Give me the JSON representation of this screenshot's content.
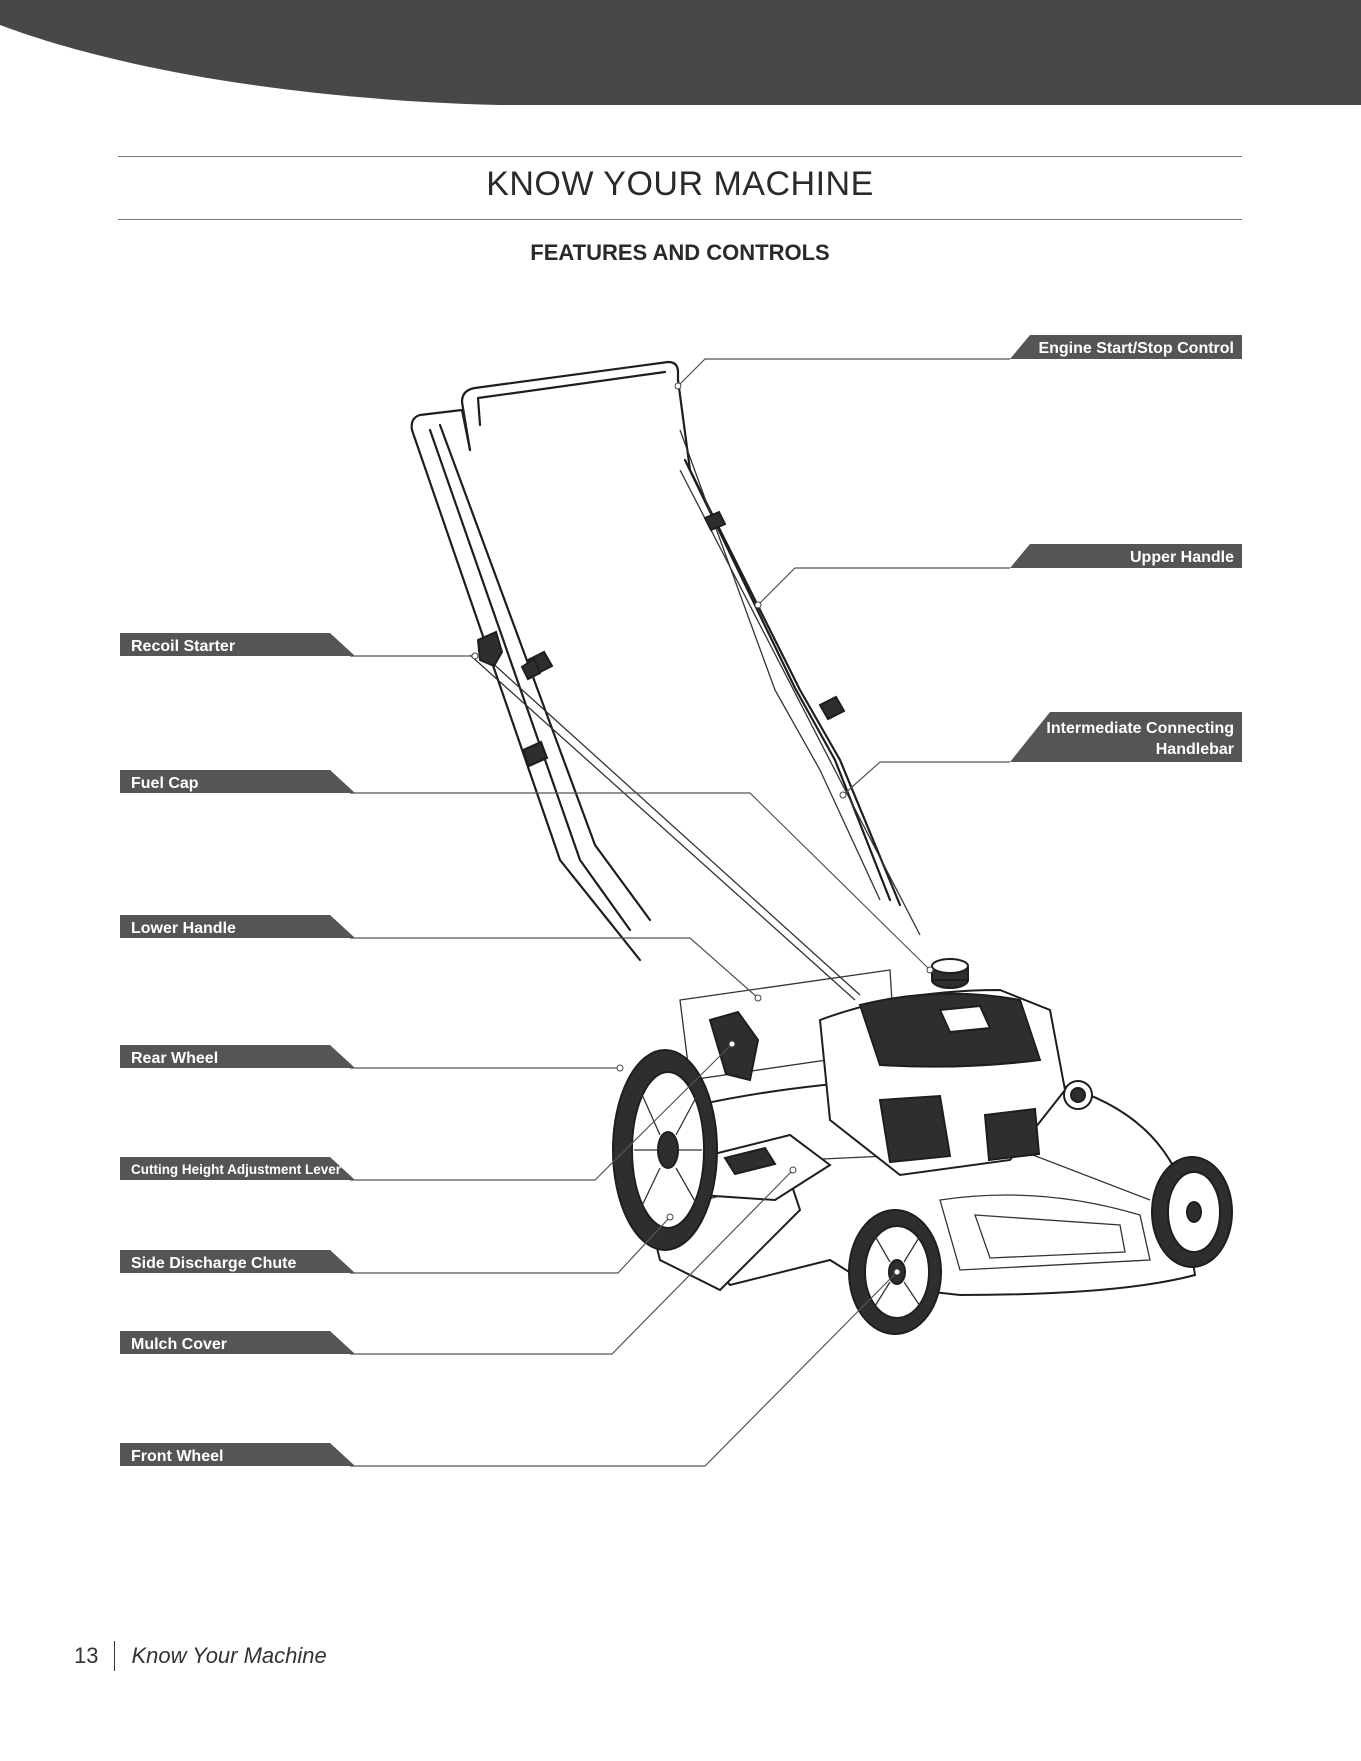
{
  "header": {
    "title": "KNOW YOUR MACHINE",
    "section": "FEATURES AND CONTROLS",
    "band_color": "#484848"
  },
  "labels": {
    "engine_control": "Engine Start/Stop Control",
    "upper_handle": "Upper Handle",
    "intermediate_line1": "Intermediate Connecting",
    "intermediate_line2": "Handlebar",
    "recoil_starter": "Recoil Starter",
    "fuel_cap": "Fuel Cap",
    "lower_handle": "Lower Handle",
    "rear_wheel": "Rear Wheel",
    "cutting_height": "Cutting Height Adjustment Lever",
    "side_discharge": "Side Discharge Chute",
    "mulch_cover": "Mulch Cover",
    "front_wheel": "Front Wheel",
    "label_color": "#555555"
  },
  "footer": {
    "page_number": "13",
    "title": "Know Your Machine"
  }
}
